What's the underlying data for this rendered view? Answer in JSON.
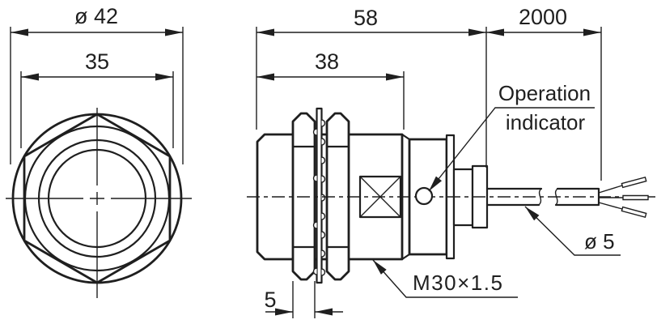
{
  "drawing": {
    "type": "sensor-dimension-drawing",
    "background": "#ffffff",
    "line_color": "#1f1f1f",
    "front_view": {
      "outer_diameter_label": "ø 42",
      "across_flats_label": "35"
    },
    "side_view": {
      "overall_length_label": "58",
      "thread_length_label": "38",
      "cable_length_label": "2000",
      "nut_thickness_label": "5",
      "thread_spec_label": "M30×1.5",
      "cable_diameter_label": "ø 5",
      "operation_indicator_label_line1": "Operation",
      "operation_indicator_label_line2": "indicator"
    }
  }
}
